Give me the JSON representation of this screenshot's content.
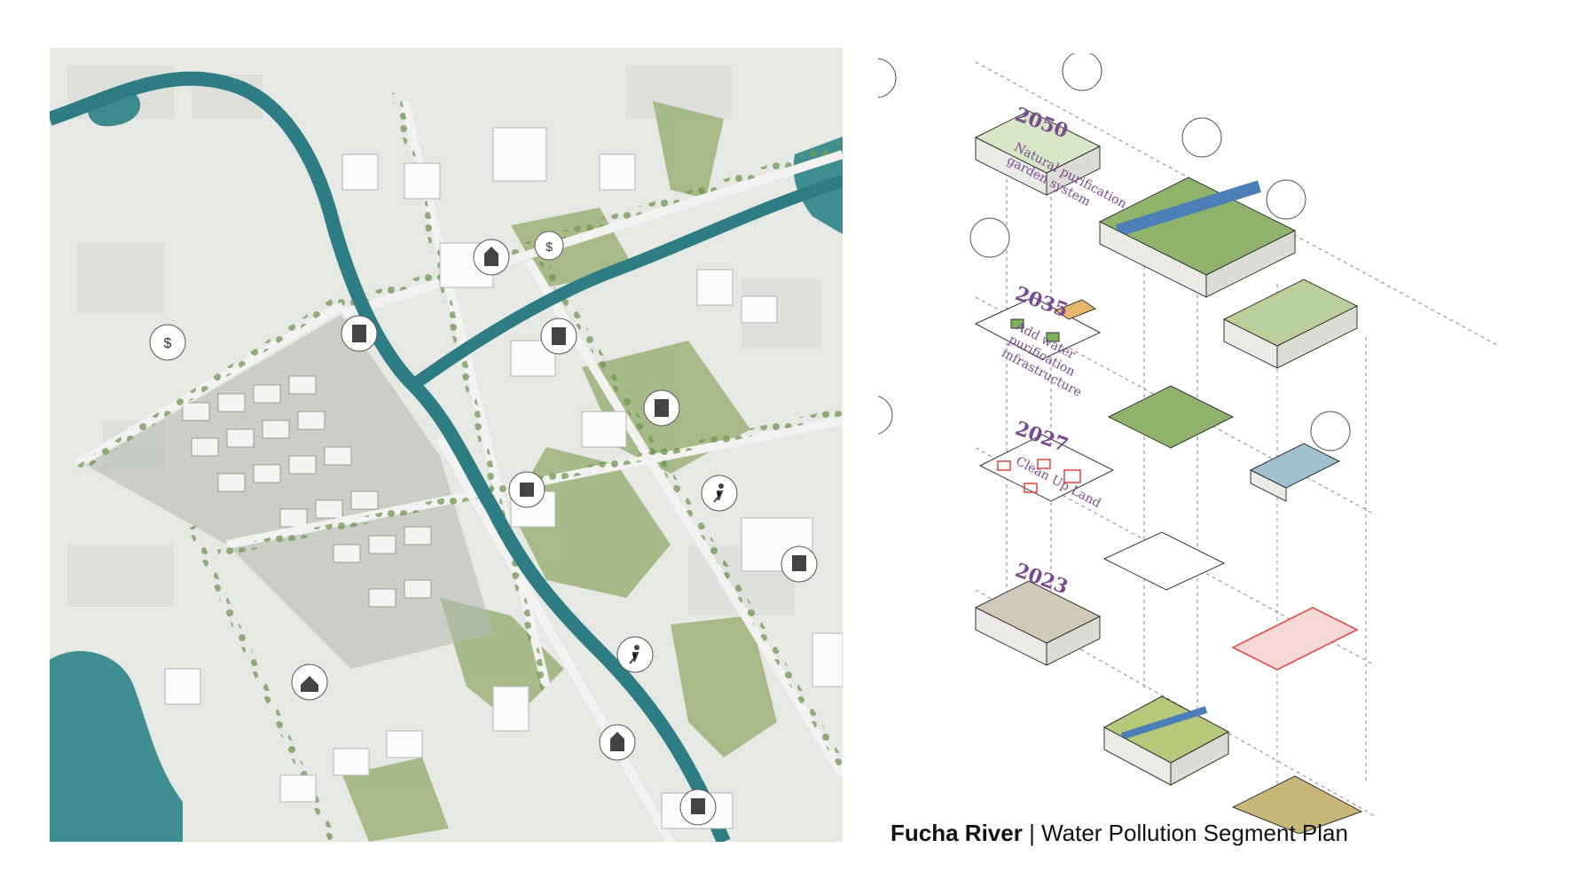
{
  "caption": {
    "title": "Fucha River",
    "separator": "|",
    "subtitle": "Water Pollution Segment Plan"
  },
  "phases": [
    {
      "year": "2050",
      "lines": [
        "Natural purification",
        "garden system"
      ]
    },
    {
      "year": "2035",
      "lines": [
        "Add water",
        "purification",
        "infrastructure"
      ]
    },
    {
      "year": "2027",
      "lines": [
        "Clean Up Land"
      ]
    },
    {
      "year": "2023",
      "lines": []
    }
  ],
  "map_icons": [
    "dollar-pin-icon",
    "building-icon",
    "hospital-icon",
    "runner-icon",
    "house-icon",
    "church-icon",
    "office-icon"
  ],
  "colors": {
    "water": "#2f7f86",
    "green": "#7a9a52",
    "trees": "#5e8a4a",
    "buildings": "#fafafa",
    "phase_text": "#7b4a93",
    "contamination": "#e0443c"
  }
}
